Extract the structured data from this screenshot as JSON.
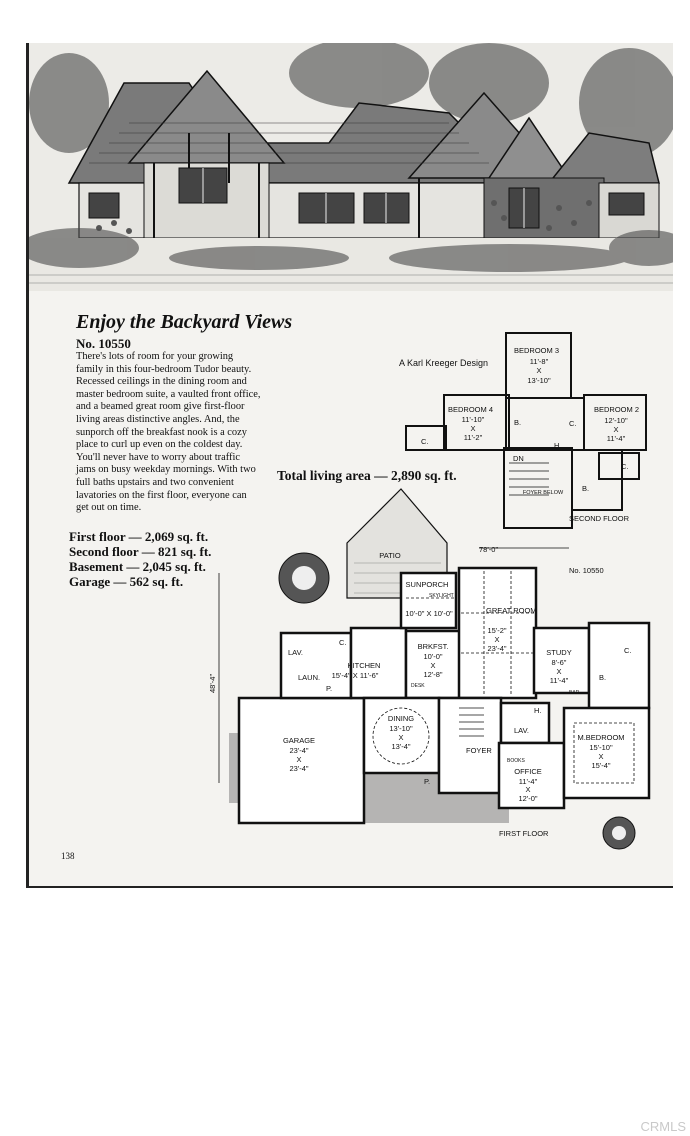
{
  "heading": "Enjoy the Backyard Views",
  "plan_number": "No. 10550",
  "description": "There's lots of room for your growing family in this four-bedroom Tudor beauty. Recessed ceilings in the dining room and master bedroom suite, a vaulted front office, and a beamed great room give first-floor living areas distinctive angles. And, the sunporch off the breakfast nook is a cozy place to curl up even on the coldest day. You'll never have to worry about traffic jams on busy weekday mornings. With two full baths upstairs and two convenient lavatories on the first floor, everyone can get out on time.",
  "stats": {
    "first_floor": "First floor — 2,069 sq. ft.",
    "second_floor": "Second floor — 821 sq. ft.",
    "basement": "Basement — 2,045 sq. ft.",
    "garage": "Garage — 562 sq. ft."
  },
  "designer": "A Karl Kreeger Design",
  "total_living_area": "Total living area — 2,890 sq. ft.",
  "page_number": "138",
  "watermark": "CRMLS",
  "second_floor_plan": {
    "bedroom3_name": "BEDROOM 3",
    "bedroom3_w": "11'-8\"",
    "bedroom3_x": "X",
    "bedroom3_h": "13'-10\"",
    "bedroom4_name": "BEDROOM 4",
    "bedroom4_w": "11'-10\"",
    "bedroom4_x": "X",
    "bedroom4_h": "11'-2\"",
    "bedroom2_name": "BEDROOM 2",
    "bedroom2_w": "12'-10\"",
    "bedroom2_x": "X",
    "bedroom2_h": "11'-4\"",
    "bath_b1": "B.",
    "bath_b2": "B.",
    "hall_h": "H.",
    "closet_c1": "C.",
    "closet_c2": "C.",
    "closet_c3": "C.",
    "foyer_below": "FOYER BELOW",
    "dn_label": "DN",
    "caption": "SECOND FLOOR"
  },
  "first_floor_plan": {
    "patio": "PATIO",
    "width_dim": "78'-0\"",
    "depth_dim": "48'-4\"",
    "plan_no": "No. 10550",
    "sunporch": "SUNPORCH",
    "skylight": "SKYLIGHT",
    "sunporch_dim": "10'-0\" X 10'-0\"",
    "great_room": "GREAT ROOM",
    "great_w": "15'-2\"",
    "great_x": "X",
    "great_h": "23'-4\"",
    "brkfst": "BRKFST.",
    "brkfst_w": "10'-0\"",
    "brkfst_x": "X",
    "brkfst_h": "12'-8\"",
    "kitchen": "KITCHEN",
    "kitchen_dim": "15'-4\" X 11'-6\"",
    "lav1": "LAV.",
    "laun": "LAUN.",
    "pantry": "P.",
    "closet_c": "C.",
    "study": "STUDY",
    "study_w": "8'-6\"",
    "study_x": "X",
    "study_h": "11'-4\"",
    "bath_b": "B.",
    "closet_c2": "C.",
    "dining": "DINING",
    "dining_w": "13'-10\"",
    "dining_x": "X",
    "dining_h": "13'-4\"",
    "garage": "GARAGE",
    "garage_w": "23'-4\"",
    "garage_x": "X",
    "garage_h": "23'-4\"",
    "foyer": "FOYER",
    "lav2": "LAV.",
    "hall_h": "H.",
    "books": "BOOKS",
    "office": "OFFICE",
    "office_w": "11'-4\"",
    "office_x": "X",
    "office_h": "12'-0\"",
    "mbedroom": "M.BEDROOM",
    "mbed_w": "15'-10\"",
    "mbed_x": "X",
    "mbed_h": "15'-4\"",
    "porch": "P.",
    "bar": "BAR",
    "desk": "DESK",
    "caption": "FIRST FLOOR"
  }
}
